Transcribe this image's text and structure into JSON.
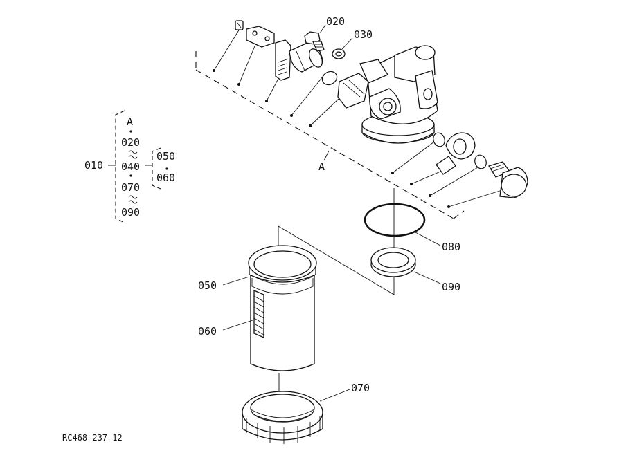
{
  "diagram": {
    "drawing_code": "RC468-237-12",
    "bracket": {
      "main_label": "010",
      "items": [
        "A",
        "020",
        "040",
        "070",
        "090"
      ],
      "sub_items": [
        "050",
        "060"
      ]
    },
    "section_label": "A",
    "callouts": {
      "p020": "020",
      "p030": "030",
      "p050": "050",
      "p060": "060",
      "p070": "070",
      "p080": "080",
      "p090": "090"
    }
  }
}
